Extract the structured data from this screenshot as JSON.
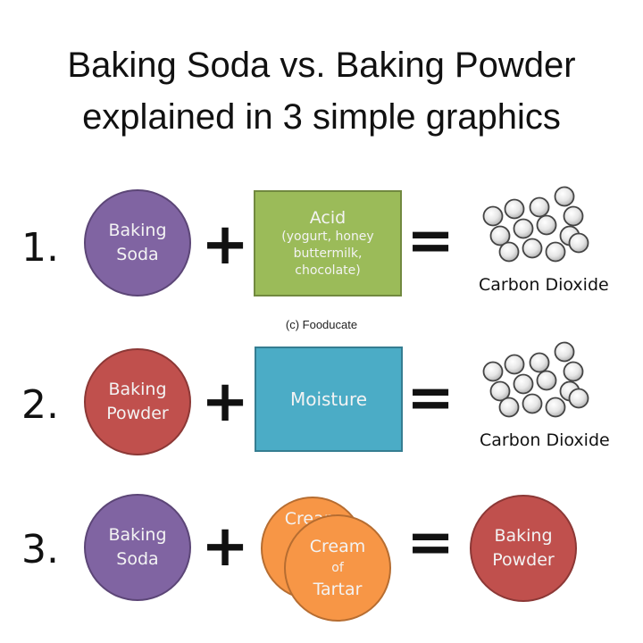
{
  "title": {
    "line1": "Baking Soda vs. Baking Powder",
    "line2": "explained in 3 simple graphics"
  },
  "credit": "(c) Fooducate",
  "operators": {
    "plus": "+",
    "equals": "="
  },
  "row1": {
    "number": "1.",
    "left": {
      "line1": "Baking",
      "line2": "Soda",
      "color": "#8064a2"
    },
    "middle": {
      "title": "Acid",
      "detail1": "(yogurt, honey",
      "detail2": "buttermilk,",
      "detail3": "chocolate)",
      "color": "#9bbb59"
    },
    "result_label": "Carbon Dioxide"
  },
  "row2": {
    "number": "2.",
    "left": {
      "line1": "Baking",
      "line2": "Powder",
      "color": "#c0504d"
    },
    "middle": {
      "title": "Moisture",
      "color": "#4bacc6"
    },
    "result_label": "Carbon Dioxide"
  },
  "row3": {
    "number": "3.",
    "left": {
      "line1": "Baking",
      "line2": "Soda",
      "color": "#8064a2"
    },
    "back_circle": {
      "label": "Cream"
    },
    "front_circle": {
      "line1": "Cream",
      "line2": "of",
      "line3": "Tartar",
      "color": "#f79646"
    },
    "result": {
      "line1": "Baking",
      "line2": "Powder",
      "color": "#c0504d"
    }
  },
  "icons": {
    "molecule_cluster": "carbon-dioxide-bubbles-icon"
  }
}
